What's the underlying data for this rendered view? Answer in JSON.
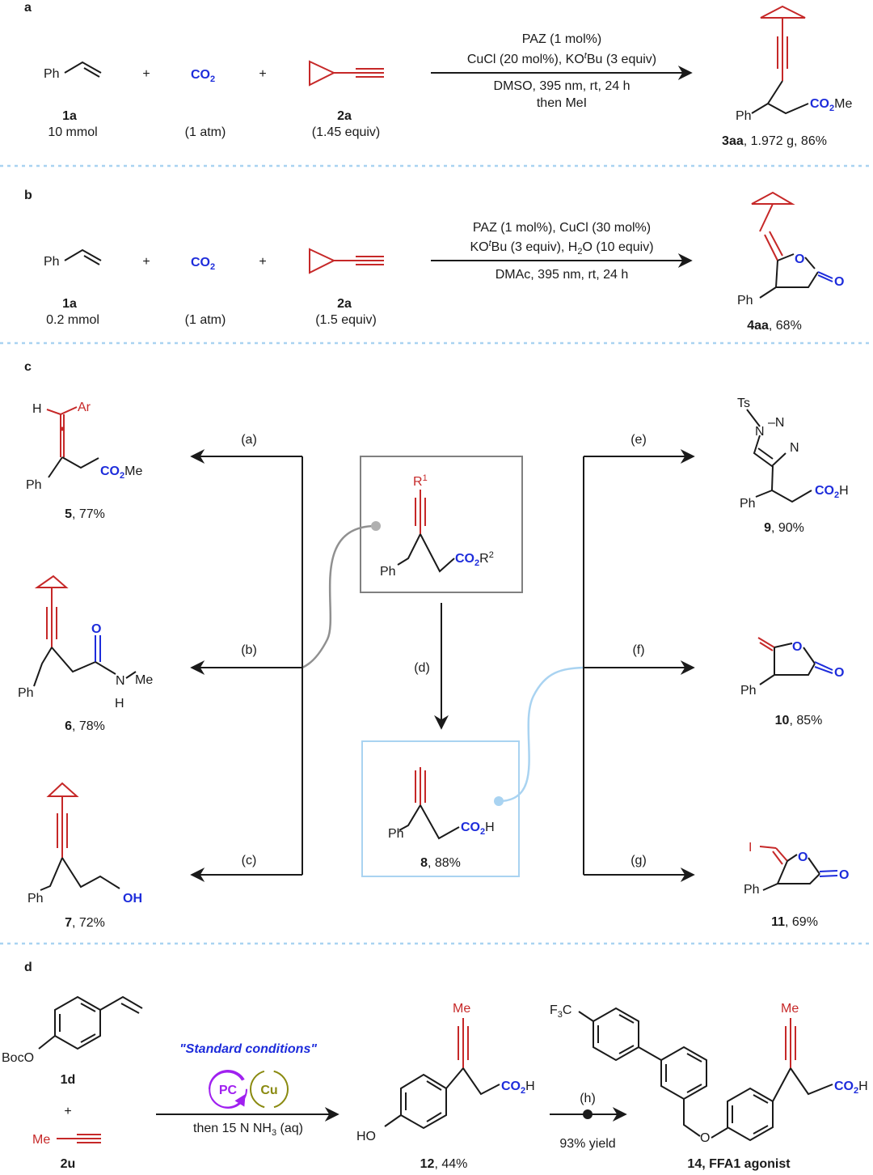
{
  "panels": {
    "a": "a",
    "b": "b",
    "c": "c",
    "d": "d"
  },
  "common": {
    "ph": "Ph",
    "co2": "CO",
    "co2_sub": "2",
    "plus": "+",
    "co2me": "CO",
    "me_suffix": "Me"
  },
  "panel_a": {
    "r1_label": "1a",
    "r1_amount": "10 mmol",
    "co2_amount": "(1 atm)",
    "r3_label": "2a",
    "r3_amount": "(1.45 equiv)",
    "cond1": "PAZ (1 mol%)",
    "cond2": "CuCl (20 mol%), KO",
    "cond2_t": "t",
    "cond2_end": "Bu (3 equiv)",
    "cond3": "DMSO, 395 nm, rt, 24 h",
    "cond4": "then MeI",
    "product_label": "3aa",
    "product_yield": ", 1.972 g, 86%"
  },
  "panel_b": {
    "r1_label": "1a",
    "r1_amount": "0.2 mmol",
    "co2_amount": "(1 atm)",
    "r3_label": "2a",
    "r3_amount": "(1.5 equiv)",
    "cond1": "PAZ (1 mol%), CuCl (30 mol%)",
    "cond2a": "KO",
    "cond2_t": "t",
    "cond2b": "Bu (3 equiv), H",
    "cond2_sub": "2",
    "cond2c": "O (10 equiv)",
    "cond3": "DMAc, 395 nm, rt, 24 h",
    "product_label": "4aa",
    "product_yield": ", 68%",
    "o": "O"
  },
  "panel_c": {
    "center_r1": "R",
    "center_r1_sup": "1",
    "center_co2": "CO",
    "center_r2": "R",
    "center_r2_sup": "2",
    "arrows": [
      "(a)",
      "(b)",
      "(c)",
      "(d)",
      "(e)",
      "(f)",
      "(g)"
    ],
    "p5": {
      "label": "5",
      "yield": ", 77%",
      "h": "H",
      "ar": "Ar"
    },
    "p6": {
      "label": "6",
      "yield": ", 78%",
      "o": "O",
      "n": "N",
      "h": "H",
      "me": "Me"
    },
    "p7": {
      "label": "7",
      "yield": ", 72%",
      "oh": "OH"
    },
    "p8": {
      "label": "8",
      "yield": ", 88%",
      "co2h": "CO",
      "h": "H"
    },
    "p9": {
      "label": "9",
      "yield": ", 90%",
      "ts": "Ts",
      "n1": "N",
      "n2": "N",
      "n3": "N"
    },
    "p10": {
      "label": "10",
      "yield": ", 85%",
      "o": "O"
    },
    "p11": {
      "label": "11",
      "yield": ", 69%",
      "i": "I",
      "o": "O"
    }
  },
  "panel_d": {
    "r1_sub": "BocO",
    "r1_label": "1d",
    "r2_me": "Me",
    "r2_label": "2u",
    "standard": "\"Standard conditions\"",
    "pc": "PC",
    "cu": "Cu",
    "then": "then 15 N NH",
    "then_sub": "3",
    "then_end": " (aq)",
    "p12_label": "12",
    "p12_yield": ", 44%",
    "ho": "HO",
    "me": "Me",
    "h_step": "(h)",
    "h_yield": "93% yield",
    "cf3": "F",
    "cf3_sub": "3",
    "cf3_c": "C",
    "p14_label": "14",
    "p14_name": ", FFA1 agonist",
    "o": "O"
  },
  "colors": {
    "red": "#c62828",
    "blue": "#1d2cdb",
    "grey_box": "#808080",
    "light_blue_box": "#a9d3f1",
    "purple": "#a020f0",
    "olive": "#8a8a10"
  }
}
